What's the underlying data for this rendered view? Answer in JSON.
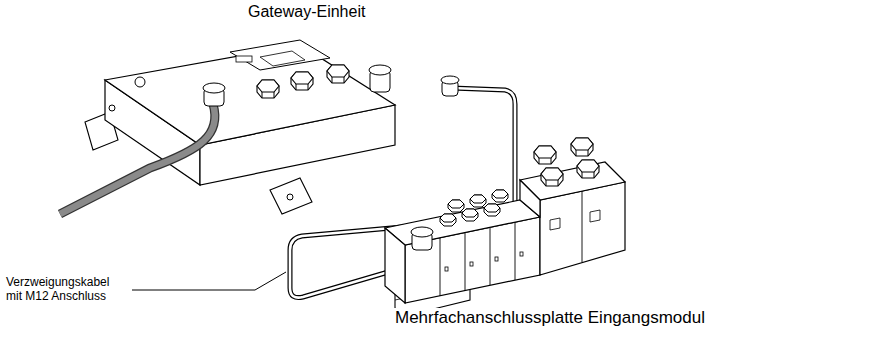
{
  "diagram": {
    "labels": [
      "Gateway-Einheit",
      "Verzweigungskabel mit M12 Anschluss",
      "Mehrfachanschlussplatte Eingangsmodul"
    ]
  }
}
